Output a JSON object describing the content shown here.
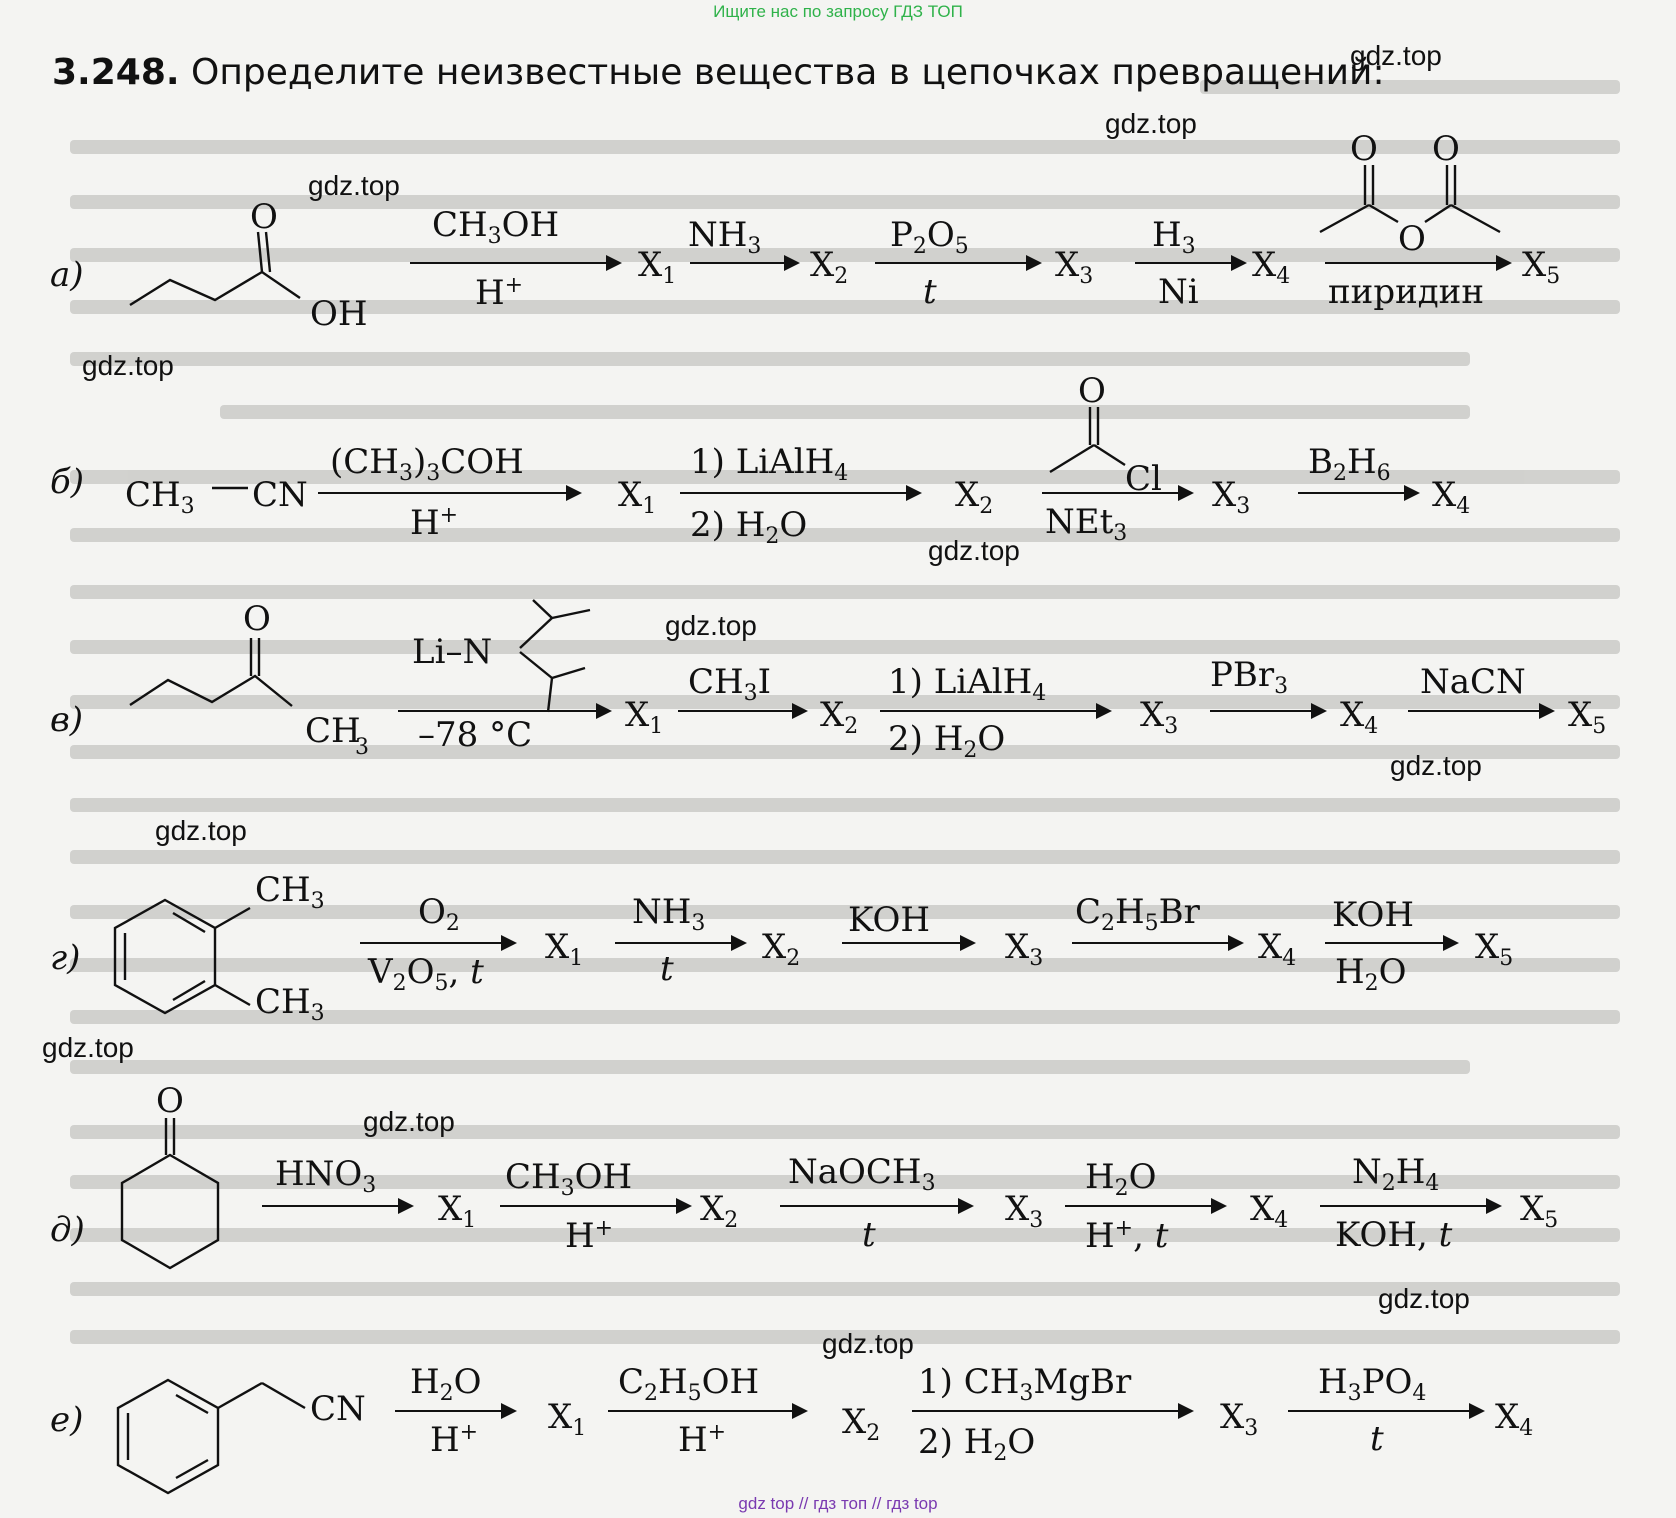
{
  "header": {
    "banner": "Ищите нас по запросу ГДЗ ТОП"
  },
  "footer": {
    "links": "gdz top  //  гдз топ  //  гдз top"
  },
  "watermark": "gdz.top",
  "problem": {
    "number": "3.248.",
    "text": "Определите неизвестные вещества в цепочках превращений:"
  },
  "chains": {
    "a": {
      "label": "а)"
    },
    "b": {
      "label": "б)"
    },
    "v": {
      "label": "в)"
    },
    "g": {
      "label": "г)"
    },
    "d": {
      "label": "д)"
    },
    "e": {
      "label": "е)"
    }
  }
}
